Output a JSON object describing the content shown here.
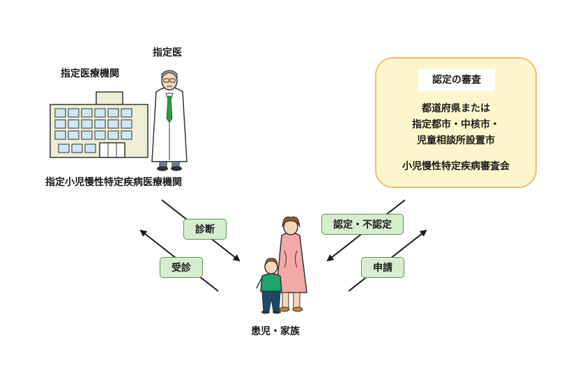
{
  "labels": {
    "doctor": "指定医",
    "institution": "指定医療機関",
    "institution_full": "指定小児慢性特定疾病医療機関",
    "patient": "患児・家族"
  },
  "review": {
    "title": "認定の審査",
    "lines": [
      "都道府県または",
      "指定都市・中核市・",
      "児童相談所設置市"
    ],
    "committee": "小児慢性特定疾病審査会"
  },
  "steps": {
    "diagnosis": "診断",
    "consultation": "受診",
    "decision": "認定・不認定",
    "application": "申請"
  },
  "colors": {
    "step_fill": "#d7edcf",
    "step_border": "#5e8f55",
    "panel_fill": "#fdf6cc",
    "panel_border": "#f0bd6a",
    "building": "#eeeed5",
    "window": "#cfe6f5",
    "coat": "#ffffff",
    "tie": "#2f9a4a",
    "mother_dress": "#f3aaa6",
    "child_shirt": "#1ea56b"
  }
}
